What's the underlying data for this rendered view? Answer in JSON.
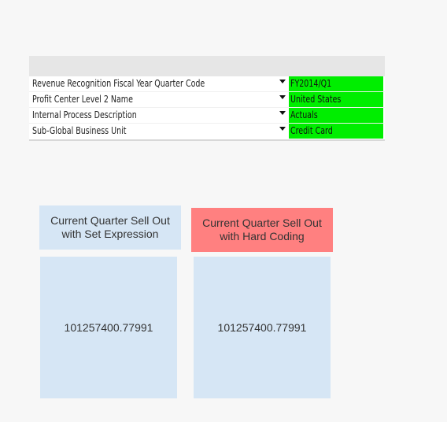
{
  "filters": [
    {
      "label": "Revenue Recognition Fiscal Year Quarter Code",
      "value": "FY2014/Q1"
    },
    {
      "label": "Profit Center Level 2 Name",
      "value": "United States"
    },
    {
      "label": "Internal Process Description",
      "value": "Actuals"
    },
    {
      "label": "Sub-Global Business Unit",
      "value": "Credit Card"
    }
  ],
  "colors": {
    "selected_value_bg": "#00ee00",
    "kpi_set_expression_title_bg": "#d6e6f5",
    "kpi_hard_coding_title_bg": "#ff8080",
    "kpi_value_bg": "#d6e6f5"
  },
  "kpis": [
    {
      "title": "Current Quarter Sell Out with Set Expression",
      "value": "101257400.77991"
    },
    {
      "title": "Current Quarter Sell Out with Hard Coding",
      "value": "101257400.77991"
    }
  ]
}
